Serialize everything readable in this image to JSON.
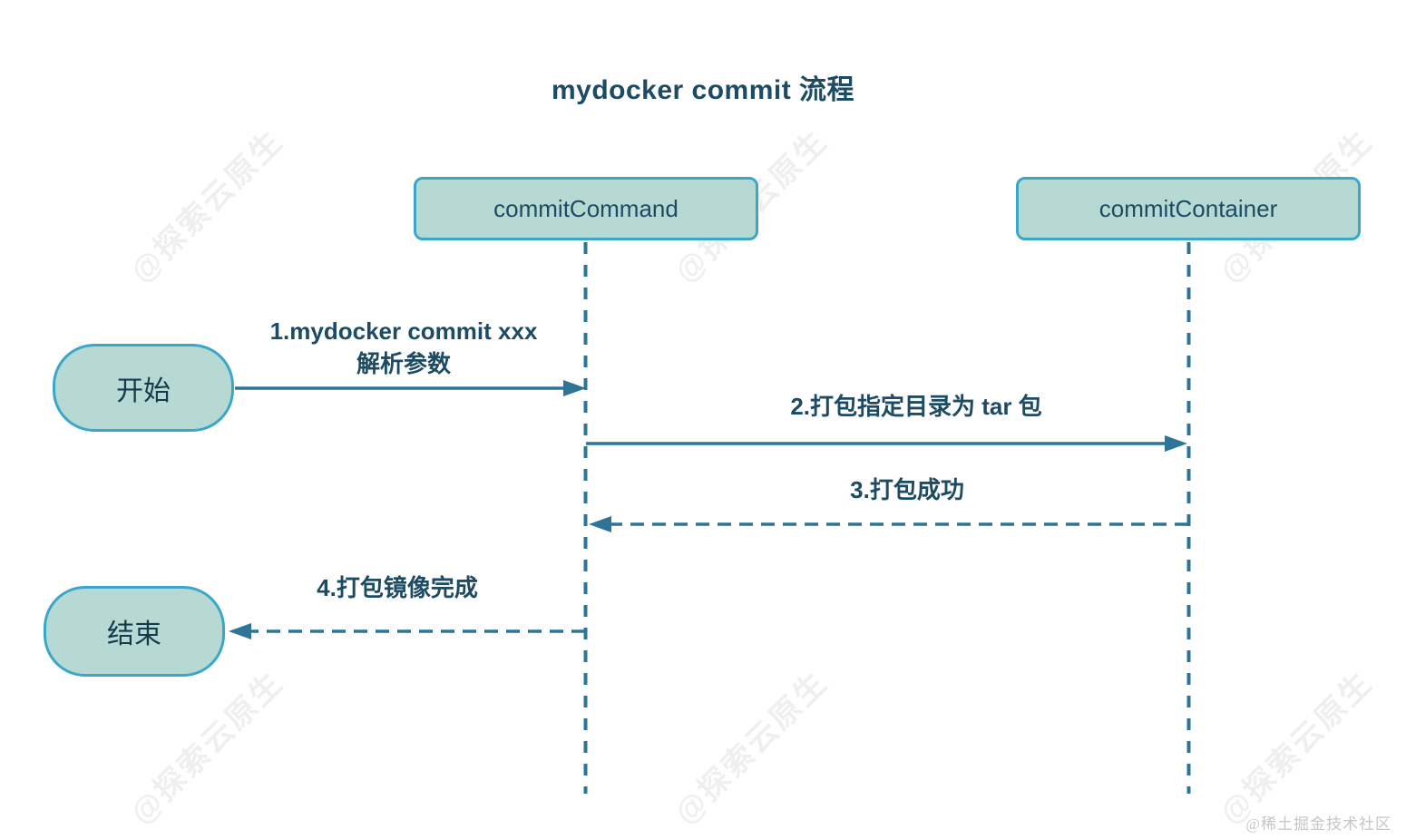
{
  "title": "mydocker commit 流程",
  "actors": [
    {
      "label": "commitCommand"
    },
    {
      "label": "commitContainer"
    }
  ],
  "nodes": {
    "start": "开始",
    "end": "结束"
  },
  "messages": [
    {
      "line1": "1.mydocker commit xxx",
      "line2": "解析参数",
      "from": "start",
      "to": "commitCommand",
      "style": "solid"
    },
    {
      "label": "2.打包指定目录为 tar 包",
      "from": "commitCommand",
      "to": "commitContainer",
      "style": "solid"
    },
    {
      "label": "3.打包成功",
      "from": "commitContainer",
      "to": "commitCommand",
      "style": "dashed"
    },
    {
      "label": "4.打包镜像完成",
      "from": "commitCommand",
      "to": "end",
      "style": "dashed"
    }
  ],
  "watermarks": {
    "diagonal": "@探索云原生",
    "credit": "@稀土掘金技术社区"
  },
  "theme": {
    "boxFill": "#b7d9d3",
    "boxBorder": "#3aa7c9",
    "ink": "#1c4b63",
    "line": "#2d7496",
    "watermark": "#efefef",
    "credit": "#c6c6c6"
  }
}
